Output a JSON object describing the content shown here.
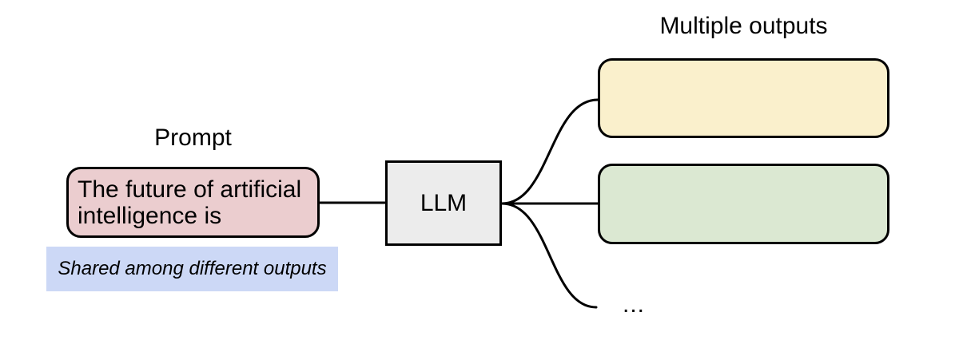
{
  "diagram": {
    "title_prompt": "Prompt",
    "prompt_text": "The future of artificial intelligence is",
    "shared_note": "Shared among different outputs",
    "llm_label": "LLM",
    "title_outputs": "Multiple outputs",
    "more_outputs": "...",
    "colors": {
      "background": "#ffffff",
      "stroke": "#000000",
      "prompt_fill": "#ebcdcf",
      "note_fill": "#ccd8f6",
      "llm_fill": "#ececec",
      "output_top_fill": "#faf0cc",
      "output_middle_fill": "#dbe8d2"
    }
  }
}
